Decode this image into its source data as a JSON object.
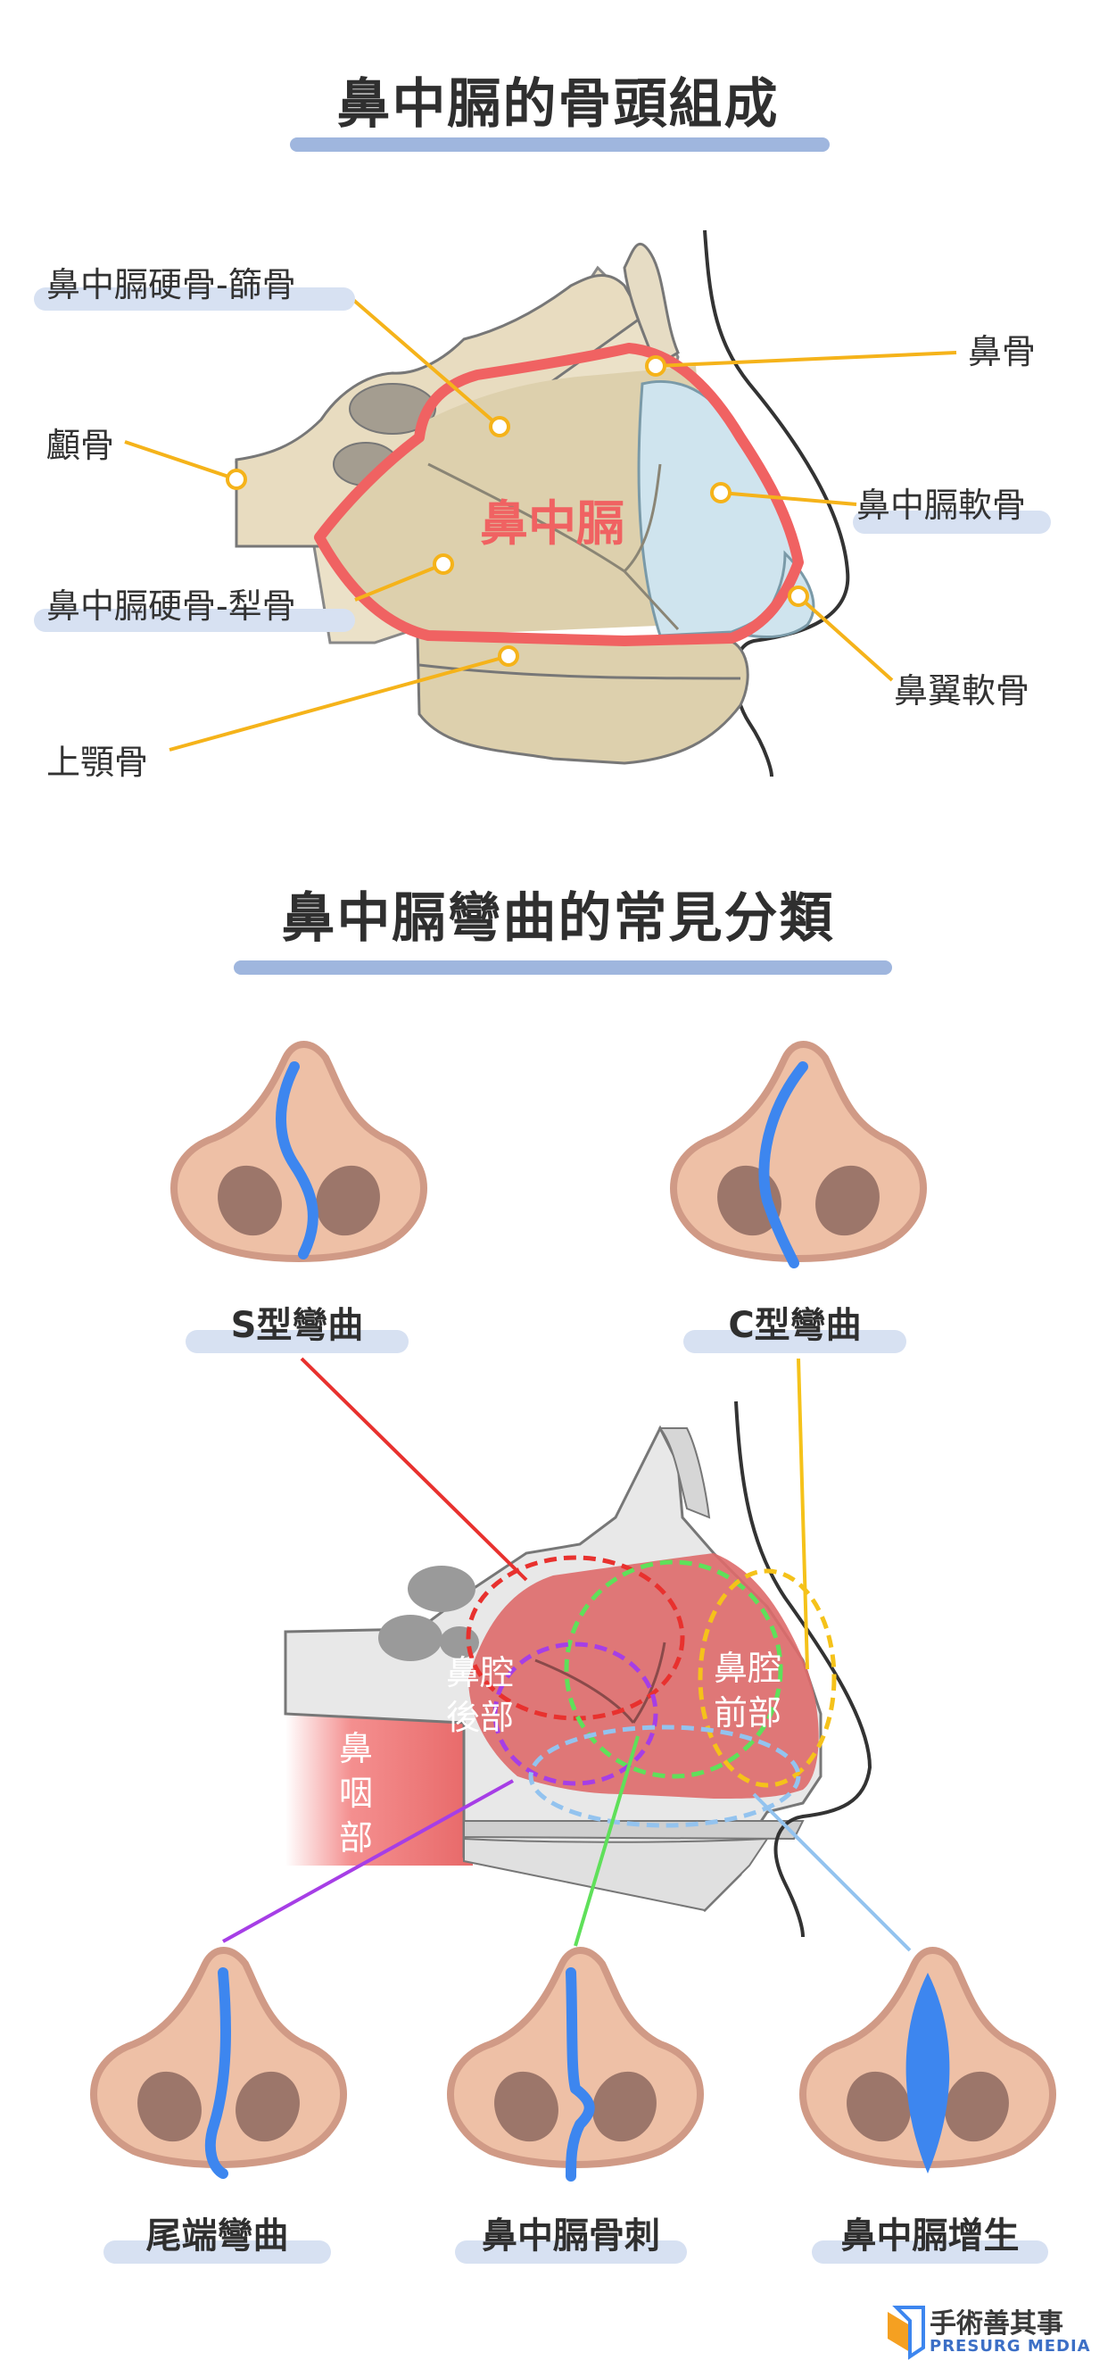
{
  "section1": {
    "title": "鼻中膈的骨頭組成",
    "center_label": "鼻中膈",
    "labels": {
      "ethmoid": "鼻中膈硬骨-篩骨",
      "sphenoid": "顱骨",
      "vomer": "鼻中膈硬骨-犁骨",
      "maxilla": "上顎骨",
      "nasal_bone": "鼻骨",
      "septal_cartilage": "鼻中膈軟骨",
      "alar_cartilage": "鼻翼軟骨"
    }
  },
  "section2": {
    "title": "鼻中膈彎曲的常見分類",
    "types": {
      "s_type": "S型彎曲",
      "c_type": "C型彎曲",
      "tail": "尾端彎曲",
      "spur": "鼻中膈骨刺",
      "hyperplasia": "鼻中膈增生"
    },
    "regions": {
      "posterior_1": "鼻腔",
      "posterior_2": "後部",
      "anterior_1": "鼻腔",
      "anterior_2": "前部",
      "pharynx_1": "鼻",
      "pharynx_2": "咽",
      "pharynx_3": "部"
    }
  },
  "brand": {
    "name": "手術善其事",
    "sub": "PRESURG MEDIA"
  },
  "colors": {
    "septum_outline": "#f06262",
    "leader": "#f5b31a",
    "deviation": "#3d86ef",
    "s_line": "#e8312e",
    "c_line": "#f5c21a",
    "tail_line": "#a63ee6",
    "spur_line": "#5fe05a",
    "hyper_line": "#93c3ef",
    "underline": "#9fb6de"
  },
  "icons": [
    "nose-front-icon",
    "nose-cross-section-icon",
    "brand-logo-icon"
  ]
}
